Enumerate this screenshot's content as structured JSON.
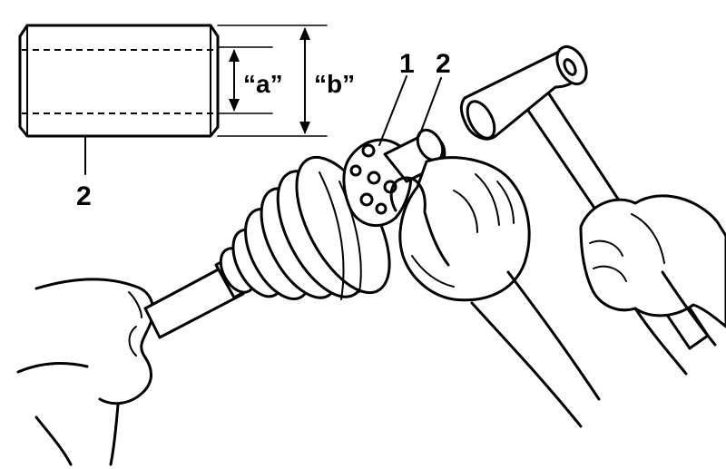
{
  "labels": {
    "dim_a": "“a”",
    "dim_b": "“b”",
    "part_1": "1",
    "part_2_top": "2",
    "part_2_bottom": "2"
  },
  "colors": {
    "ink": "#000000",
    "paper": "#ffffff"
  }
}
